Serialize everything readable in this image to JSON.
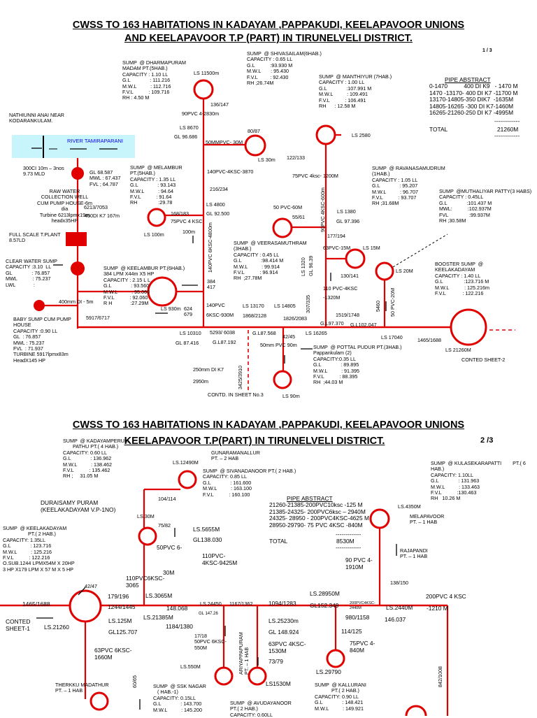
{
  "sheet1": {
    "title_line1": "CWSS TO 163 HABITATIONS IN KADAYAM ,PAPPAKUDI, KEELAPAVOOR UNIONS",
    "title_line2a": "AND KEELAPAVOOR T.P (PART)",
    "title_line2b": " IN TIRUNELVELI DISTRICT.",
    "page_no": "1 / 3",
    "river": "RIVER TAMIRAPARANI",
    "anai": "NATHIUNNI ANAI NEAR\nKODARANKULAM.",
    "pipe_abstract_title": "PIPE ABSTRACT",
    "pipe_abstract": "0-1470          400 DI K9   - 1470 M\n1470 -13170- 400 DI K7 -11700 M\n13170-14805-350 DIK7  -1635M\n14805-16265 -300 DI K7-1460M\n16265-21260-250 DI K7 -4995M",
    "pipe_dash1": "-------------",
    "total_label": "TOTAL",
    "total_value": "21260M",
    "pipe_dash2": "-------------",
    "sump_dharma": "SUMP  @ DHARMAPURAM\nMADAM PT.(5HAB.)\nCAPACITY : 1.10 LL\nG.L              : 111.216\nM.W.L          : 112.716\nF.V.L           : 109.716\nRH : 4.50 M",
    "sump_shiva": "SUMP  @ SHIVASAILAM(6HAB.)\nCAPACITY : 0.65 LL\nG.L           :93.930 M\nM.W.L       : 95.430\nF.V.L         : 92.430\nRH ;26.74M",
    "sump_manth": "SUMP  @ MANTHIYUR (7HAB.)\nCAPACITY : 1.00 LL\nG.L              :107.991 M\nM.W.L          : 109.491\nF.V.L           : 106.491\nRH      : 12.58 M",
    "sump_ravana": "SUMP  @ RAVANASAMUDRUM\n(1HAB.)\nCAPACITY : 1.05 LL\nG.L              : 95.207\nM.W.L          : 96.707\nF.V.L           : 93.707\nRH ;31.68M",
    "sump_muthali": "SUMP  @MUTHALIYAR PATTY(3 HABS)\nCAPACITY : 0.45LL\nG.L              :101.437 M\nMWL:           :102.937M\nFVL               :99.937M\nRH ;30.58M",
    "sump_melambur": "SUMP  @ MELAMBUR\nPT.(5HAB.)\nCAPACITY : 1.35 LL\nG.L              : 93.143\nM.W.L          : 94.64\nF.V.L           : 91.64\nRH               :29.78",
    "sump_veera": "SUMP  @ VEERASAMUTHRAM\n(3HAB.)\nCAPACITY : 0.45 LL\nG.L              :98.414 M\nM.W.L          : 99.914\nF.V.L           : 96.914\nRH  ;27.78M",
    "sump_keelambur": "SUMP  @ KEELAMBUR PT.(6HAB.)\n384 LPM X44m X5 HP\nCAPACITY : 2.15 L L\nG.L              : 93.560\nM.W.L          : 95.060\nF.V.L           : 92.060\nR H             :27.29M",
    "booster": "BOOSTER SUMP  @\nKEELAKADAYAM\nCAPACITY : 1.40 LL\nG.L               :123.716 M\nM.W.L           : 125.216m\nF.V.L            : 122.216",
    "sump_pottal": "SUMP  @ POTTAL PUDUR PT.(3HAB.)\nPappankulam (2)\nCAPACITY:0.35 LL\nG.L              : 89.895\nM.W.L          : 91.395\nF.V.L           : 88.395\nRH  ;44.03 M",
    "raw_water": "RAW WATER\nCOLLECTION WELL\nCUM PUMP HOUSE-6m\ndia\nTurbine 6213lpmx19m\nheadx35HP",
    "ci_pipe": "300CI 10m – 3nos\n9.73 MLD",
    "gl_intake": "GL 68.587\nMWL : 67.437\nFVL ; 64.787",
    "ch_6213": "6213/7053",
    "di_450": "450DI K7 167m",
    "full_scale": "FULL SCALE T.PLANT\n8.57LD",
    "clear_water": "CLEAR WATER SUMP\nCAPACITY :3.10  LL\nGL              : 76.857\nMWL           : 75.237\nLWL             :",
    "baby_sump": "BABY SUMP CUM PUMP\nHOUSE\nCAPACITY :0.90 LL\nGL  : 76.857\nMWL : 75.237\nFVL  : 71.937\nTURBINE 5917lpmx83m\nHeadX145 HP",
    "di_400": "400mm DI - 5m",
    "ch_5917": "5917/6717",
    "ls_11500": "LS 11500m",
    "ch_136": "136/147",
    "pvc_2830": "90PVC 4-2830m",
    "ls_8670": "LS 8670",
    "gl_96686": "GL 96.686",
    "mmpvc_30": "50MMPVC- 30M",
    "ch_80": "80/87",
    "ls_30m": "LS 30m",
    "ch_122": "122/133",
    "ls_2580": "LS 2580",
    "pvc_1200": "75PVC 4ksc- 1200M",
    "pvc_3870": "140PVC-4KSC-3870",
    "ch_216": "216/234",
    "ls_4800": "LS 4800",
    "gl_92500": "GL 92.500",
    "ch_168": "168/183",
    "pvc_75_4": "75PVC 4 KSC",
    "ls_100m": "LS 100m",
    "m_100": "100m",
    "pvc_4800v": "140PVC 6KSC-4800m",
    "pvc_60m": "50 PVC-60M",
    "ch_55": "55/61",
    "ls_1380": "LS 1380",
    "gl_97396": "GL 97.396",
    "pvc_600v": "90PVC 4KSC-600m",
    "ch_177": "177/194",
    "pvc_15m": "63PVC-15M",
    "ls_15m": "LS 15M",
    "ls_20m": "LS 20M",
    "ch_384": "384\n417",
    "ch_130": "130/141",
    "pvc_110": "110 PVC-4KSC",
    "m_1320": "-1320M",
    "ls_1320v": "LS 1320",
    "gl_9639v": "GL 96.39",
    "ch_307v": "307/335",
    "ch_5460v": "5460",
    "pvc_20v": "50 PVC-20M",
    "ls_930": "LS 930m",
    "ch_624": "624\n679",
    "pvc_140": "140PVC",
    "pvc_930": "6KSC-930M",
    "ls_13170": "LS 13170",
    "ch_1868": "1868/2128",
    "ls_14805": "LS 14805",
    "ch_1826": "1826/2083",
    "ch_1519": "1519/1748",
    "gl_97370": "G.L97.370",
    "gl_102047": "G.L102.047",
    "ls_10310": "LS 10310",
    "gl_87416": "GL 87.416",
    "ch_5293": "5293/ 6038",
    "gl_87568": "G.L87.568",
    "gl_87192": "G.L87.192",
    "ch_42": "42/45",
    "ls_16265": "LS 16265",
    "pvc_90m": "50mm PVC 90m",
    "ls_17040": "LS 17040",
    "ch_1465": "1465/1688",
    "ls_21260": "LS 21260M",
    "conted2": "CONTED SHEET-2",
    "di_250": "250mm DI K7",
    "m_2950": "2950m",
    "ch_3425v": "3425/3910",
    "contd3": "CONTD. IN SHEET No.3",
    "ls_90m": "LS 90m"
  },
  "sheet2": {
    "title_line1": "CWSS TO 163 HABITATIONS IN KADAYAM ,PAPPAKUDI, KEELAPAVOOR UNIONS",
    "title_line2a": "KEELAPAVOOR T.P(PART)",
    "title_line2b": " IN TIRUNELVELI DISTRICT.",
    "page_no": "2 /3",
    "sump_kadaya": "SUMP  @ KADAYAMPERUM\n       PATHU PT.( 4 HAB.)\nCAPACITY: 0.60 LL\nG.L              : 136.962\nM.W.L          : 138.462\nF.V.L           : 135.462\nRH ;     31.05 M",
    "gunara": "GUNARAMANALLUR\nPT. – 2 HAB",
    "sump_siva2": "SUMP  @ SIVANADANOOR PT.( 2 HAB.)\nCAPACITY: 0.85 LL\nG.L              : 161.600\nM.W.L          : 163.100\nF.V.L           : 160.100",
    "sump_kulase": "SUMP  @ KULASEKARAPATTI        PT.( 6\nHAB.)\nCAPACITY: 1.10LL\nG.L              : 131.963\nM.W.L          : 133.463\nF.V.L           :130.463\nRH   10.26 M",
    "ls_12490": "LS.12490M",
    "ch_104": "104/114",
    "pipe_abstract_title": "PIPE ABSTRACT",
    "pipe_abstract": "21260-21385-200PVC10ksc -125 M\n21385-24325- 200PVC6ksc – 2940M\n24325- 28950 - 200PVC4KSC-4625 M\n28950-29790- 75 PVC 4KSC -840M",
    "pipe_dash1": "-------------",
    "total_label": "TOTAL",
    "total_value": "8530M",
    "pipe_dash2": "-------------",
    "ls_4350": "LS.4350M",
    "melapavoor": "MELAPAVOOR\nPT. – 1 HAB",
    "durai": "DURAISAMY PURAM\n(KEELAKADAYAM V.P-1NO)",
    "ls_30m": "LS.30M",
    "ch_75": "75/82",
    "ls_5655": "LS.5655M",
    "gl_138030": "GL138.030",
    "pvc_6": "50PVC 6-",
    "pvc_9425": "110PVC-\n4KSC-9425M",
    "m_30": "30M",
    "rajapandi": "RAJAPANDI\nPT. – 1 HAB",
    "pvc_1910": "90 PVC 4-\n1910M",
    "ch_138": "138/150",
    "sump_keelak": "SUMP  @ KEELAKADAYAM\n                  PT.( 2 HAB.)\nCAPACITY: 1.35LL\nG.L              : 123.716\nM.W.L          : 125.216\nF.V.L           : 122.216\nO.SUB.1244 LPMX54M X 20HP\n3 HP X179 LPM X 57 M X 5 HP",
    "ch_42": "42/47",
    "pvc_3065": "110PVC6KSC-\n3065",
    "ch_179": "179/196",
    "ls_3065": "LS.3065M",
    "ls_28950": "LS.28950M",
    "pvc_2440": "200PVC4KSC-\n2440M",
    "pvc_200_4": "200PVC 4 KSC",
    "m_1210": "-1210 M",
    "ch_1465": "1465/1688",
    "ch_1244": "1244/1445",
    "ch_148": "148.068",
    "ls_24450": "LS.24450",
    "ch_1167": "1167/1362",
    "ch_1094": "1094/1283",
    "gl_152349": "GL152.349",
    "ls_2440": "LS.2440M",
    "gl_147": "GL 147.26",
    "ls_21385": "LS.21385M",
    "ch_980": "980/1158",
    "ch_146": "146.037",
    "conted1": "CONTED\nSHEET-1",
    "ls_125": "LS.125M",
    "ls_21260": "LS.21260",
    "ch_1184": "1184/1380",
    "ls_25230": "LS.25230m",
    "gl_148924": "GL 148.924",
    "gl_125707": "GL125.707",
    "ch_114": "114/125",
    "ch_17": "17/18\n50PVC 6KSC-\n550M",
    "pvc_1530": "63PVC 4KSC-\n1530M",
    "ch_73": "73/79",
    "pvc_840": "75PVC 4-\n840M",
    "pvc_1660": "63PVC 6KSC-\n1660M",
    "ch_60v": "60/65",
    "ls_550": "LS.550M",
    "ariya": "ARIYAPPAPURAM\nPT. – 1 HAB",
    "ls_1530": "LS1530M",
    "ls_29790": "LS.29790",
    "ch_842v": "842/1008",
    "therkku": "THERKKU MADATHUR\nPT. – 1 HAB",
    "sump_ssk": "SUMP  @ SSK NAGAR\n   ( HAB.-1)\nCAPACITY: 0.15LL\nG.L              : 143.700\nM.W.L          : 145.200",
    "sump_avud": "SUMP  @ AVUDAYANOOR\nPT.( 2 HAB.)\nCAPACITY: 0.60LL",
    "sump_kallu": "SUMP  @ KALLURANI\n            PT.( 2 HAB.)\nCAPACITY: 0.90 LL\nG.L              : 148.421\nM.W.L          : 149.921"
  }
}
